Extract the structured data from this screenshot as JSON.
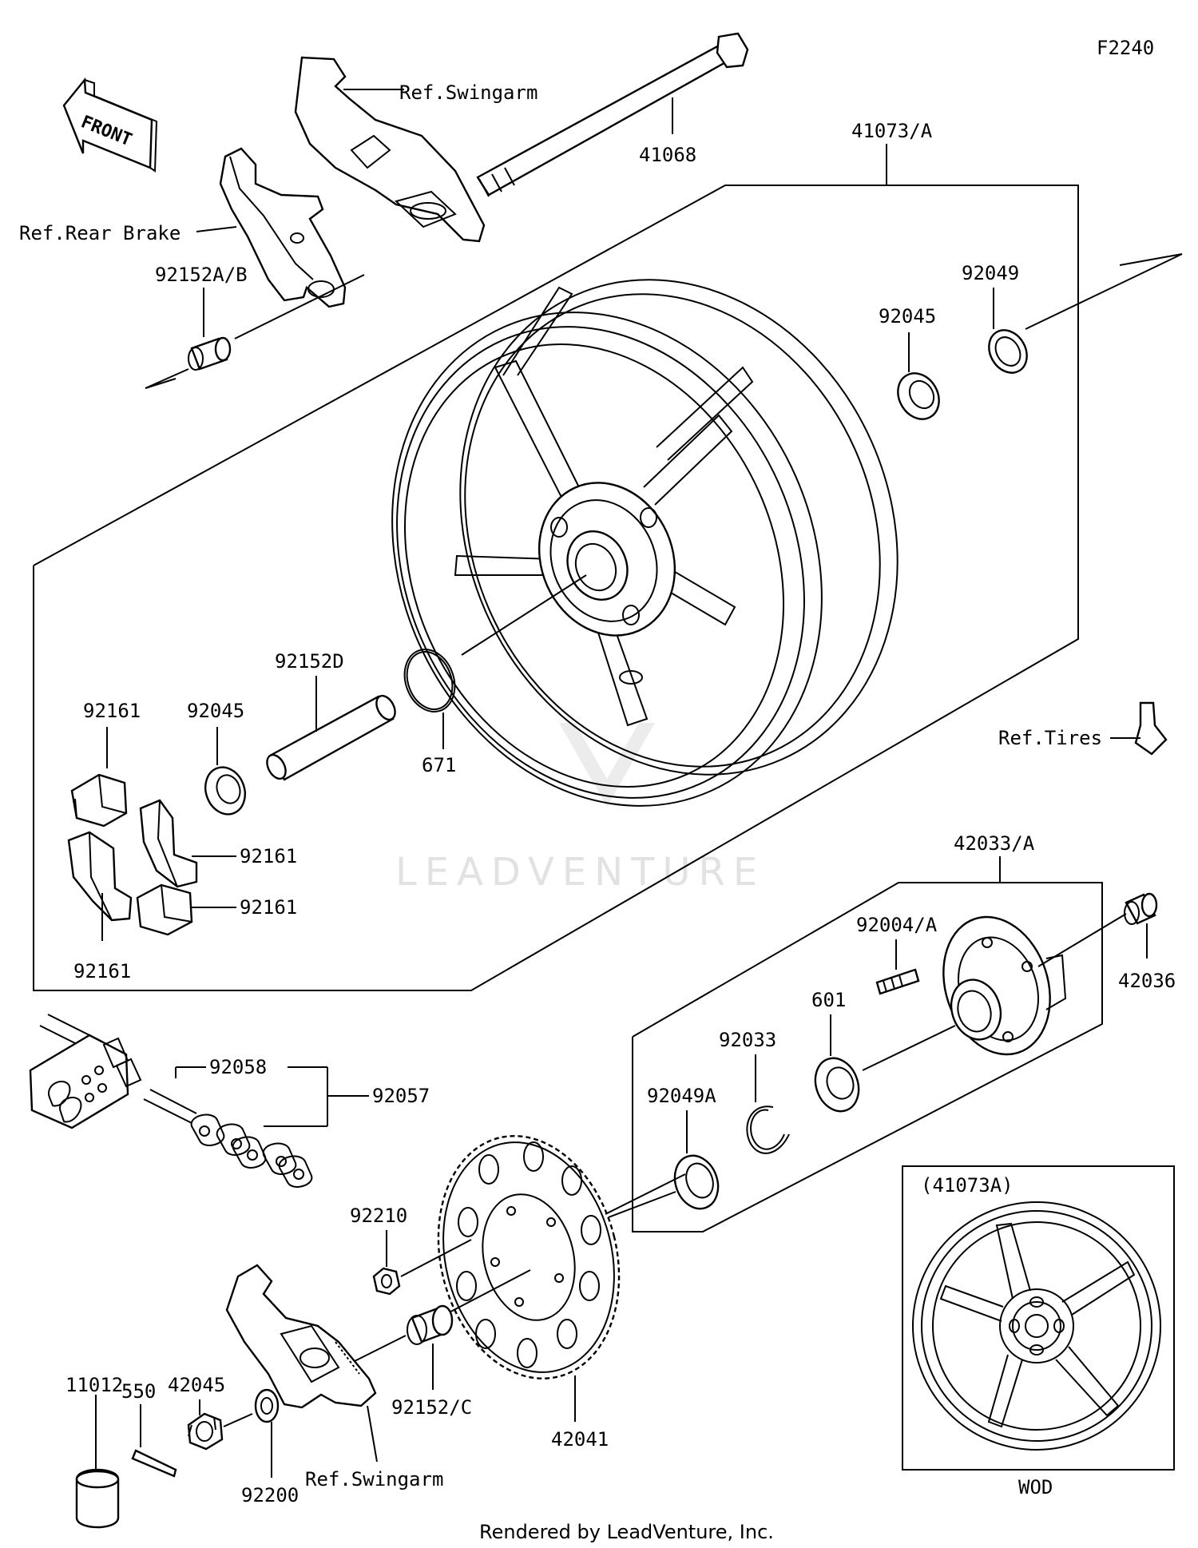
{
  "diagram_id": "F2240",
  "front_label": "FRONT",
  "labels": {
    "ref_swingarm_top": "Ref.Swingarm",
    "p41068": "41068",
    "p41073A": "41073/A",
    "ref_rear_brake": "Ref.Rear Brake",
    "p92152AB": "92152A/B",
    "p92049": "92049",
    "p92045_right": "92045",
    "p92152D": "92152D",
    "p92161_a": "92161",
    "p92045_left": "92045",
    "p671": "671",
    "ref_tires": "Ref.Tires",
    "p92161_b": "92161",
    "p92161_c": "92161",
    "p92161_d": "92161",
    "p42033A": "42033/A",
    "p92004A": "92004/A",
    "p42036": "42036",
    "p601": "601",
    "p92033": "92033",
    "p92049A": "92049A",
    "p92058": "92058",
    "p92057": "92057",
    "p92210": "92210",
    "inset_title": "(41073A)",
    "inset_caption": "WOD",
    "p42045": "42045",
    "p550": "550",
    "p11012": "11012",
    "p92152C": "92152/C",
    "p42041": "42041",
    "p92200": "92200",
    "ref_swingarm_bottom": "Ref.Swingarm"
  },
  "watermark": "LEADVENTURE",
  "footer": "Rendered by LeadVenture, Inc."
}
